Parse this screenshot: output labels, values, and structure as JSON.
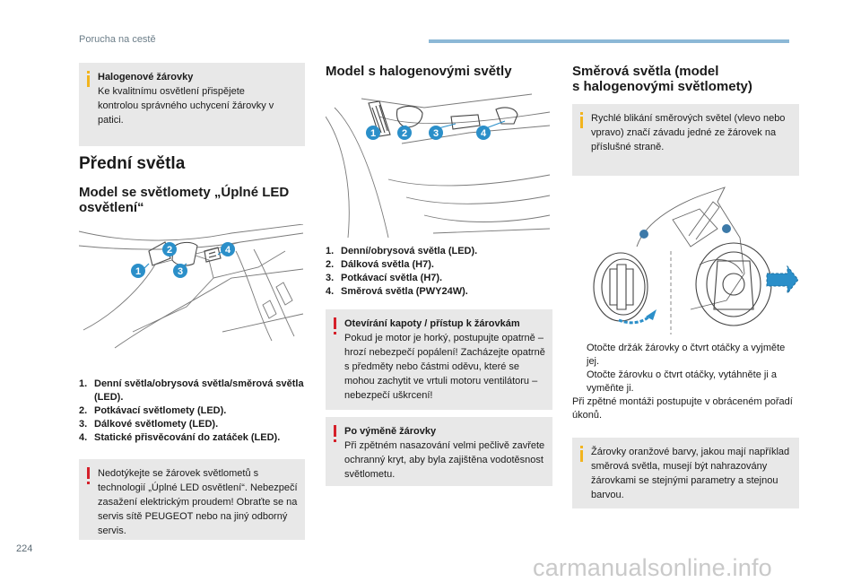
{
  "header": {
    "section": "Porucha na cestě"
  },
  "notes": {
    "halogen": {
      "title": "Halogenové žárovky",
      "text": "Ke kvalitnímu osvětlení přispějete kontrolou správného uchycení žárovky v patici."
    },
    "led_warning": {
      "text": "Nedotýkejte se žárovek světlometů s technologií „Úplné LED osvětlení“. Nebezpečí zasažení elektrickým proudem! Obraťte se na servis sítě PEUGEOT nebo na jiný odborný servis."
    },
    "hood": {
      "title": "Otevírání kapoty / přístup k žárovkám",
      "text": "Pokud je motor je horký, postupujte opatrně – hrozí nebezpečí popálení! Zacházejte opatrně s předměty nebo částmi oděvu, které se mohou zachytit ve vrtuli motoru ventilátoru – nebezpečí uškrcení!"
    },
    "after": {
      "title": "Po výměně žárovky",
      "text": "Při zpětném nasazování velmi pečlivě zavřete ochranný kryt, aby byla zajištěna vodotěsnost světlometu."
    },
    "blink": {
      "text": "Rychlé blikání směrových světel (vlevo nebo vpravo) značí závadu jedné ze žárovek na příslušné straně."
    },
    "orange": {
      "text": "Žárovky oranžové barvy, jakou mají například směrová světla, musejí být nahrazovány žárovkami se stejnými parametry a stejnou barvou."
    }
  },
  "col1": {
    "heading": "Přední světla",
    "subheading": "Model se světlomety „Úplné LED osvětlení“",
    "callouts": [
      "1",
      "2",
      "3",
      "4"
    ],
    "list": [
      {
        "num": "1.",
        "text": "Denní světla/obrysová světla/směrová světla (LED)."
      },
      {
        "num": "2.",
        "text": "Potkávací světlomety (LED)."
      },
      {
        "num": "3.",
        "text": "Dálkové světlomety (LED)."
      },
      {
        "num": "4.",
        "text": "Statické přisvěcování do zatáček (LED)."
      }
    ]
  },
  "col2": {
    "subheading": "Model s halogenovými světly",
    "callouts": [
      "1",
      "2",
      "3",
      "4"
    ],
    "list": [
      {
        "num": "1.",
        "text": "Denní/obrysová světla (LED)."
      },
      {
        "num": "2.",
        "text": "Dálková světla (H7)."
      },
      {
        "num": "3.",
        "text": "Potkávací světla (H7)."
      },
      {
        "num": "4.",
        "text": "Směrová světla (PWY24W)."
      }
    ]
  },
  "col3": {
    "subheading_line1": "Směrová světla (model",
    "subheading_line2": "s halogenovými světlomety)",
    "steps": [
      {
        "bullet": "",
        "text": "Otočte držák žárovky o čtvrt otáčky a vyjměte jej."
      },
      {
        "bullet": "",
        "text": "Otočte žárovku o čtvrt otáčky, vytáhněte ji a vyměňte ji."
      }
    ],
    "reassemble": "Při zpětné montáži postupujte v obráceném pořadí úkonů."
  },
  "footer": {
    "page": "224",
    "watermark": "carmanualsonline.info"
  },
  "colors": {
    "accent_blue": "#2b8fc9",
    "note_bg": "#e8e8e8",
    "warning_red": "#d5202a",
    "info_yellow": "#f2b41e"
  }
}
